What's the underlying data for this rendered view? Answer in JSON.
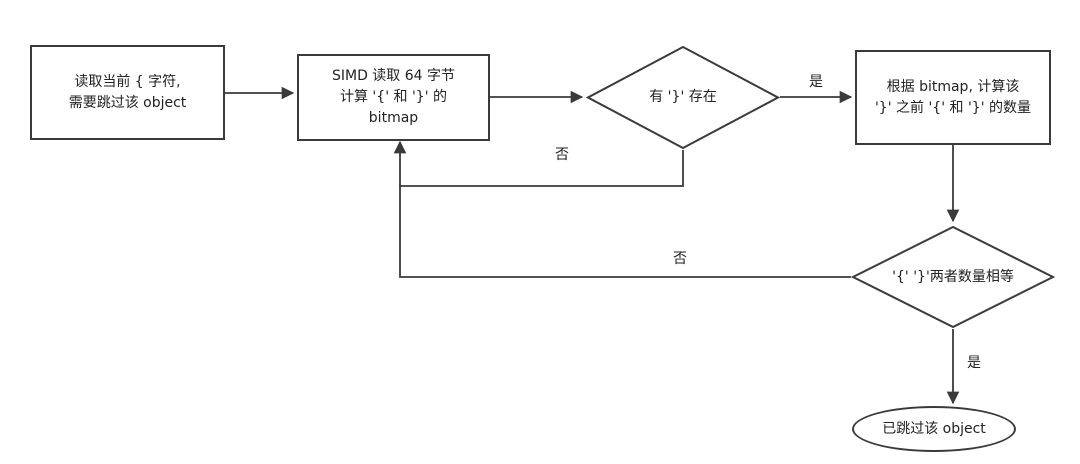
{
  "flowchart": {
    "nodes": {
      "start": {
        "text": "读取当前 { 字符,\n需要跳过该 object"
      },
      "simd_read": {
        "text": "SIMD 读取 64 字节\n计算 '{' 和 '}' 的\nbitmap"
      },
      "has_closing_brace": {
        "text": "有 '}' 存在"
      },
      "count_braces": {
        "text": "根据 bitmap, 计算该\n'}' 之前 '{' 和 '}' 的数量"
      },
      "counts_equal": {
        "text": "'{' '}'两者数量相等"
      },
      "done": {
        "text": "已跳过该 object"
      }
    },
    "edge_labels": {
      "has_brace_yes": "是",
      "has_brace_no": "否",
      "counts_equal_no": "否",
      "counts_equal_yes": "是"
    },
    "colors": {
      "stroke": "#3a3a3a",
      "text": "#222222",
      "canvas": "#ffffff"
    }
  }
}
